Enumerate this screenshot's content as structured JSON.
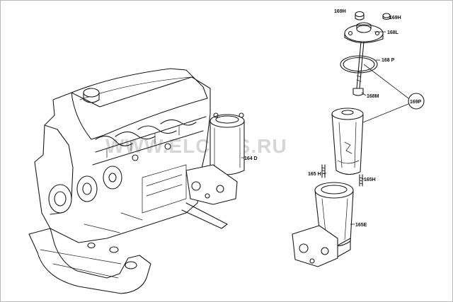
{
  "watermark": "WWW.ELCATS.RU",
  "callouts": {
    "c169H_a": "169H",
    "c169H_b": "169H",
    "c168L": "168L",
    "c168P": "168 P",
    "c168M": "168M",
    "c169P": "169P",
    "c164D": "164 D",
    "c165H_a": "165 H",
    "c165H_b": "165H",
    "c165E": "165E"
  },
  "colors": {
    "line": "#1a1a1a",
    "watermark": "#d6d6d6",
    "background": "#ffffff"
  }
}
